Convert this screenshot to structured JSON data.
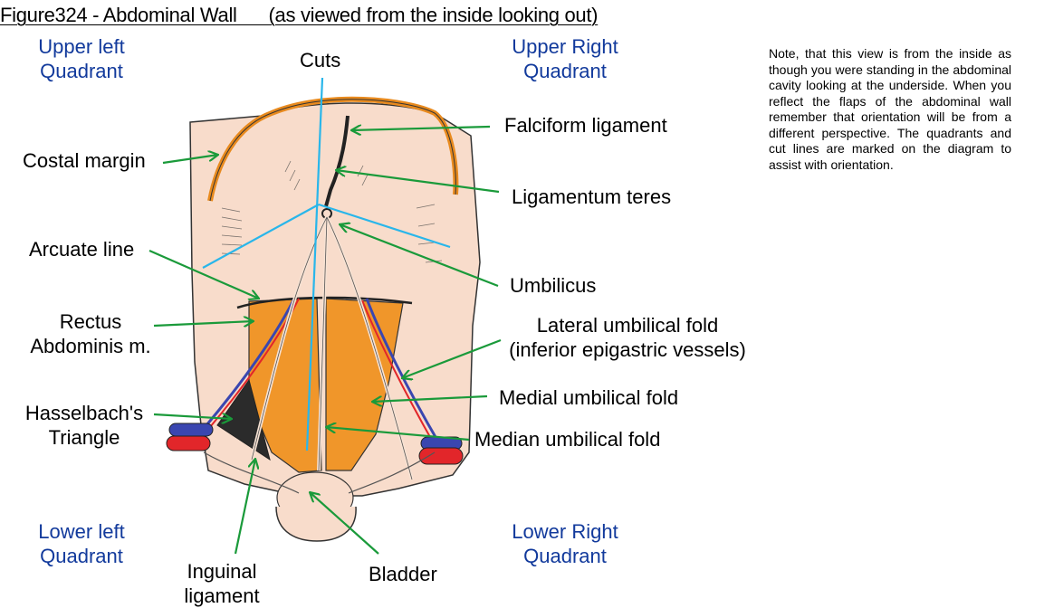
{
  "figure": {
    "title": "Figure324 - Abdominal Wall      (as viewed from the inside looking out)",
    "note": "Note, that this view is from the inside as though you were standing in the abdominal cavity looking at the underside.  When you reflect the flaps of the abdominal wall remember that orientation will be from a different perspective.  The quadrants and cut lines are marked on the diagram to assist with orientation."
  },
  "quadrants": {
    "upper_left": [
      "Upper left",
      "Quadrant"
    ],
    "upper_right": [
      "Upper Right",
      "Quadrant"
    ],
    "lower_left": [
      "Lower left",
      "Quadrant"
    ],
    "lower_right": [
      "Lower Right",
      "Quadrant"
    ]
  },
  "labels": {
    "cuts": "Cuts",
    "costal_margin": "Costal margin",
    "arcuate_line": "Arcuate line",
    "rectus": [
      "Rectus",
      "Abdominis m."
    ],
    "hasselbach": [
      "Hasselbach's",
      "Triangle"
    ],
    "falciform": "Falciform ligament",
    "ligamentum_teres": "Ligamentum teres",
    "umbilicus": "Umbilicus",
    "lateral_fold": [
      "Lateral umbilical fold",
      "(inferior epigastric vessels)"
    ],
    "medial_fold": "Medial umbilical fold",
    "median_fold": "Median umbilical fold",
    "inguinal": [
      "Inguinal",
      "ligament"
    ],
    "bladder": "Bladder"
  },
  "colors": {
    "quadrant_text": "#123a9c",
    "pointer_arrow": "#1a9a3a",
    "cut_line": "#29b6ea",
    "skin": "#f8dccb",
    "muscle": "#f0962a",
    "artery": "#e2262a",
    "vein": "#3a46b0"
  }
}
